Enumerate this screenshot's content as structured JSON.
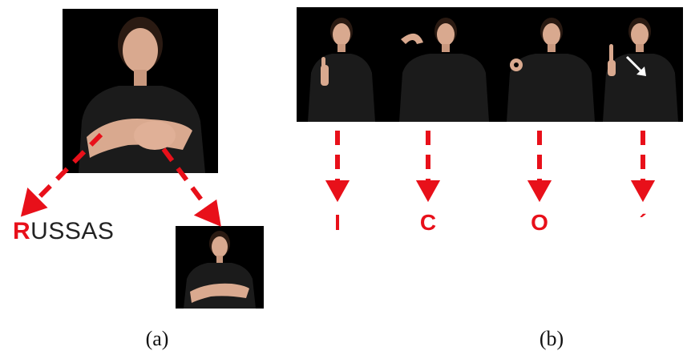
{
  "panel_a": {
    "word_first_letter": "R",
    "word_rest": "USSAS",
    "caption": "(a)"
  },
  "panel_b": {
    "letters": [
      "I",
      "C",
      "O",
      "´"
    ],
    "caption": "(b)"
  },
  "colors": {
    "accent": "#e8101a",
    "photo_background": "#000000",
    "sweater": "#1b1b1b",
    "skin": "#d9a98f",
    "hair": "#2a1a12"
  }
}
